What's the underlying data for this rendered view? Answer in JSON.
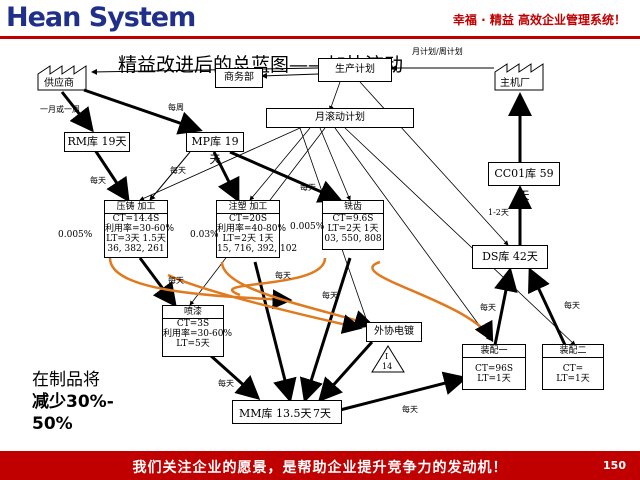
{
  "header": {
    "logo": "Hean System",
    "slogan": "幸福 · 精益  高效企业管理系统！"
  },
  "title": "精益改进后的总蓝图——加快流动",
  "top": {
    "supplier": "供应商",
    "business": "商务部",
    "plan": "生产计划",
    "plan_note": "月计划/周计划",
    "customer": "主机厂",
    "monthly_plan": "月滚动计划"
  },
  "flow_labels": {
    "one_two_months": "一月或一周",
    "weekly_1": "每周",
    "daily_1": "每天",
    "daily_2": "每天",
    "daily_3": "每天",
    "daily_4": "每天",
    "daily_5": "每天",
    "daily_6": "每天",
    "daily_7": "每天",
    "daily_8": "每天",
    "daily_9": "每天",
    "daily_10": "每天",
    "one_two_days": "1-2天"
  },
  "stock": {
    "rm": "RM库 19天",
    "mp": "MP库 19天",
    "cc": "CC01库 59天",
    "ds": "DS库 42天",
    "mm": "MM库 13.5天",
    "mm_days": "7天"
  },
  "process": {
    "casting": {
      "name": "压铸 加工",
      "lines": [
        "CT=14.4S",
        "利用率=30-60%",
        "LT=3天   1.5天",
        "36, 382, 261"
      ]
    },
    "molding": {
      "name": "注塑 加工",
      "lines": [
        "CT=20S",
        "利用率=40-80%",
        "LT=2天  1天",
        "15, 716, 392, 102"
      ]
    },
    "milling": {
      "name": "铣齿",
      "lines": [
        "CT=9.6S",
        "LT=2天   1天",
        "03, 550, 808"
      ]
    },
    "painting": {
      "name": "喷漆",
      "lines": [
        "CT=3S",
        "利用率=30-60%",
        "LT=5天"
      ]
    },
    "assembly1": {
      "name": "装配一",
      "lines": [
        "CT=96S",
        "LT=1天"
      ]
    },
    "assembly2": {
      "name": "装配二",
      "lines": [
        "CT=",
        "LT=1天"
      ]
    },
    "outsource": "外协电镀",
    "inv_i": "I",
    "inv_14": "14"
  },
  "percent": {
    "p1": "0.005%",
    "p2": "0.03%",
    "p3": "0.005%"
  },
  "note": {
    "line1": "在制品将",
    "line2": "减少30%-",
    "line3": "50%"
  },
  "footer": {
    "text": "我们关注企业的愿景，是帮助企业提升竞争力的发动机！",
    "page": "150"
  }
}
